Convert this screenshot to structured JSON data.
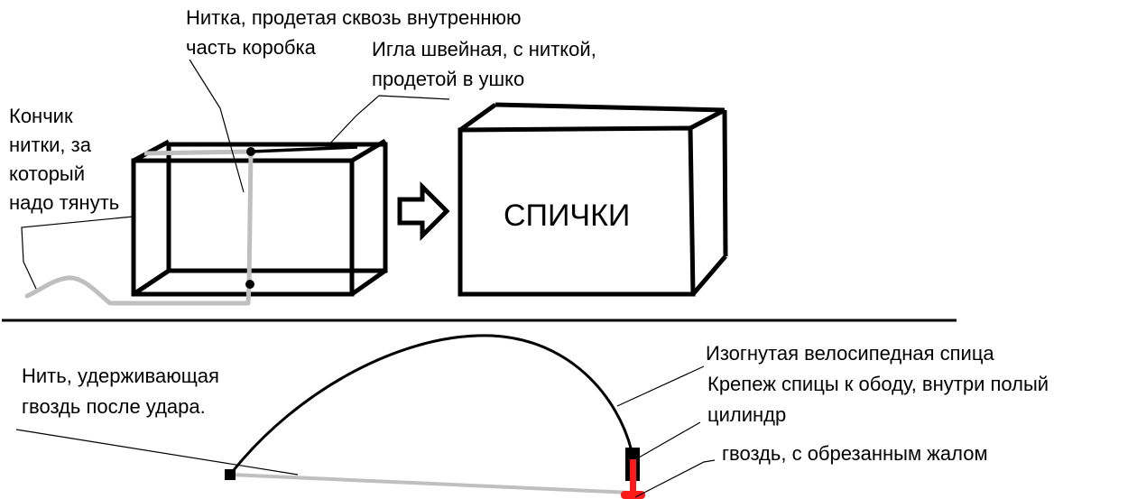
{
  "top_scene": {
    "thread_inside_label": [
      "Нитка, продетая сквозь внутреннюю",
      "часть коробка"
    ],
    "needle_label": [
      "Игла швейная, с ниткой,",
      "продетой в ушко"
    ],
    "thread_tip_label": [
      "Кончик",
      "нитки, за",
      "который",
      "надо тянуть"
    ],
    "box_label": "СПИЧКИ"
  },
  "bottom_scene": {
    "string_label": [
      "Нить, удерживающая",
      "гвоздь после удара."
    ],
    "spoke_label": "Изогнутая велосипедная спица",
    "mount_label": [
      "Крепеж спицы к ободу, внутри полый",
      "цилиндр"
    ],
    "nail_label": "гвоздь, с обрезанным жалом"
  },
  "colors": {
    "ink": "#000000",
    "thread": "#bfbfbf",
    "nail": "#ff1a1a",
    "background": "#ffffff"
  }
}
